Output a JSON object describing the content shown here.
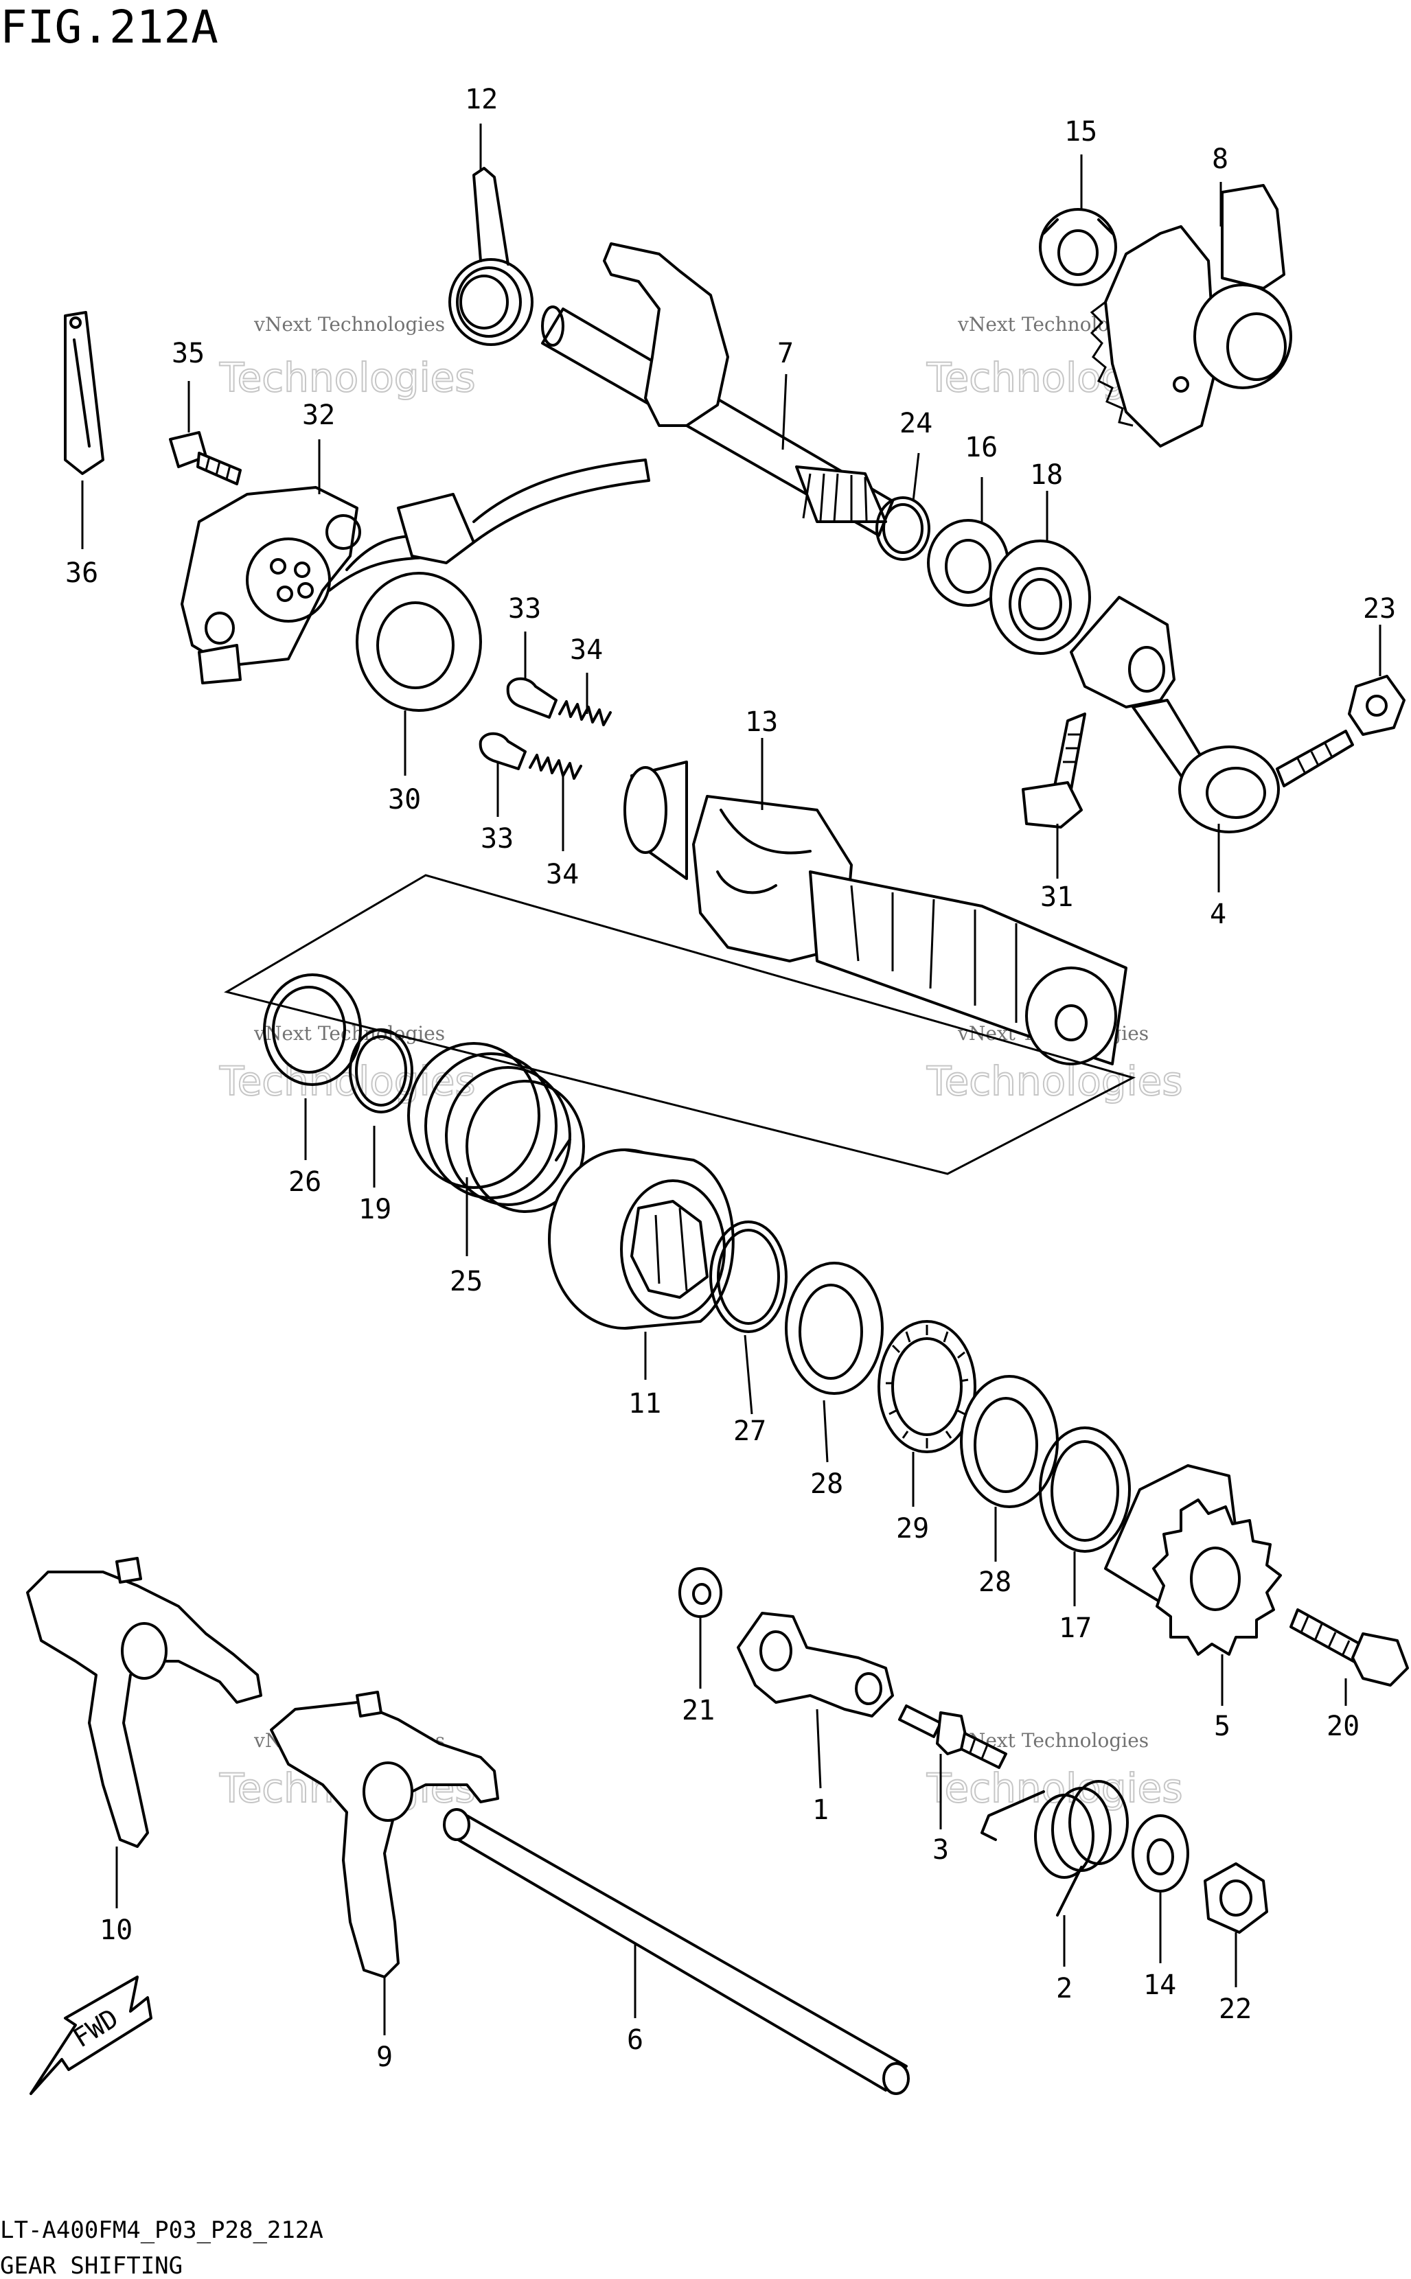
{
  "figure": {
    "title": "FIG.212A"
  },
  "footer": {
    "model_code": "LT-A400FM4_P03_P28_212A",
    "section_name": "GEAR SHIFTING"
  },
  "watermark": {
    "line1": "vNext Technologies",
    "line2": "Technologies"
  },
  "fwd_label": "FWD",
  "callouts": [
    "1",
    "2",
    "3",
    "4",
    "5",
    "6",
    "7",
    "8",
    "9",
    "10",
    "11",
    "12",
    "13",
    "14",
    "15",
    "16",
    "17",
    "18",
    "19",
    "20",
    "21",
    "22",
    "23",
    "24",
    "25",
    "26",
    "27",
    "28",
    "28",
    "29",
    "30",
    "31",
    "32",
    "33",
    "33",
    "34",
    "34",
    "35",
    "36"
  ]
}
